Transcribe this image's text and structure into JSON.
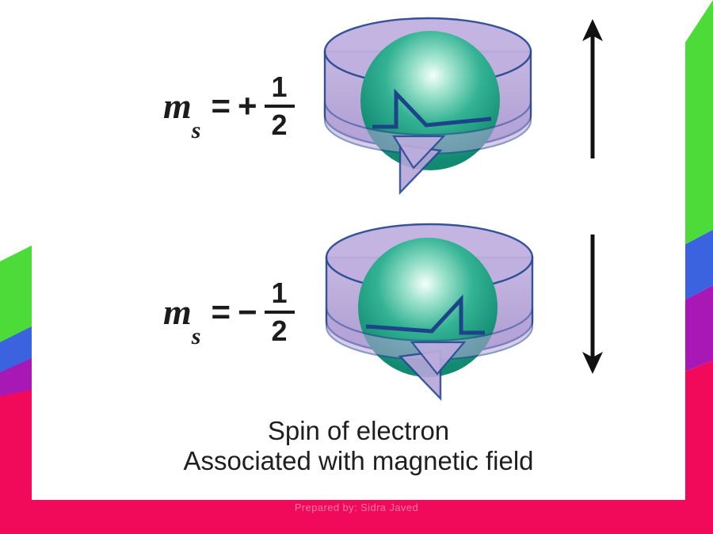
{
  "slide": {
    "background_color": "#f1095a",
    "panel_color": "#ffffff",
    "accent_bands": [
      {
        "name": "green",
        "color": "#4ddb39"
      },
      {
        "name": "blue",
        "color": "#3b63e0"
      },
      {
        "name": "purple",
        "color": "#a818b5"
      },
      {
        "name": "pink",
        "color": "#f1095a"
      }
    ]
  },
  "figures": [
    {
      "id": "spin-up",
      "formula": {
        "symbol": "m",
        "subscript": "s",
        "equals": "=",
        "sign": "+",
        "numerator": "1",
        "denominator": "2",
        "full_text": "m_s = + 1/2"
      },
      "arrow": {
        "direction": "up",
        "glyph": "↑",
        "color": "#111111"
      },
      "sphere_color": "#1fa98c",
      "band_color": "#b7a6d9",
      "outline_color": "#2a4a94"
    },
    {
      "id": "spin-down",
      "formula": {
        "symbol": "m",
        "subscript": "s",
        "equals": "=",
        "sign": "−",
        "numerator": "1",
        "denominator": "2",
        "full_text": "m_s = − 1/2"
      },
      "arrow": {
        "direction": "down",
        "glyph": "↓",
        "color": "#111111"
      },
      "sphere_color": "#1fa98c",
      "band_color": "#b7a6d9",
      "outline_color": "#2a4a94"
    }
  ],
  "caption": {
    "line1": "Spin of electron",
    "line2": "Associated with magnetic field"
  },
  "watermark": {
    "text": "Prepared by: Sidra Javed"
  }
}
